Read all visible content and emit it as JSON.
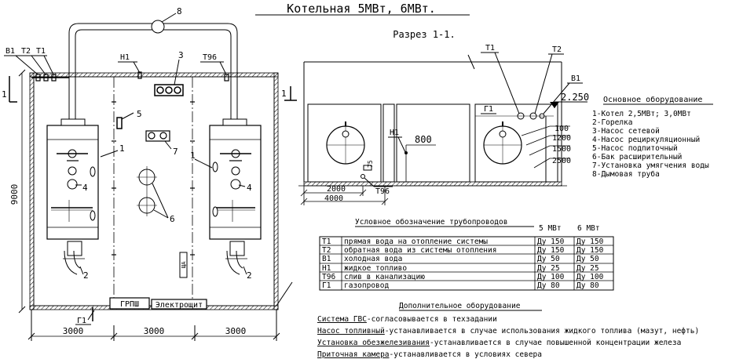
{
  "title": "Котельная 5МВт, 6МВт.",
  "section_title": "Разрез 1-1.",
  "plan": {
    "pipe_labels": [
      "В1",
      "Т2",
      "Т1",
      "Н1",
      "Т96"
    ],
    "callouts": [
      "8",
      "3",
      "5",
      "7",
      "1",
      "1",
      "4",
      "4",
      "6",
      "2",
      "2"
    ],
    "section_mark": "1",
    "height_dim": "9000",
    "width_dims": [
      "3000",
      "3000",
      "3000"
    ],
    "grp_label": "ГРПШ",
    "electro_label": "Электрощит",
    "g1_label": "Г1",
    "panel_label": "ЩА"
  },
  "section": {
    "pipe_labels": [
      "Т1",
      "Т2",
      "В1",
      "Г1",
      "Н1",
      "Т96"
    ],
    "elevation": "2.250",
    "h1_height": "800",
    "t96_height": "75",
    "dims_right": [
      "100",
      "1200",
      "1500",
      "2500"
    ],
    "dims_bottom": [
      "2000",
      "4000"
    ]
  },
  "equipment": {
    "heading": "Основное оборудование",
    "items": [
      "1-Котел 2,5МВт; 3,0МВт",
      "2-Горелка",
      "3-Насос сетевой",
      "4-Насос рециркуляционный",
      "5-Насос подпиточный",
      "6-Бак расширительный",
      "7-Установка умягчения воды",
      "8-Дымовая труба"
    ]
  },
  "pipes_table": {
    "heading": "Условное обозначение трубопроводов",
    "col_5": "5 МВт",
    "col_6": "6 МВт",
    "rows": [
      {
        "code": "Т1",
        "desc": "прямая вода на отопление системы",
        "v5": "Ду 150",
        "v6": "Ду 150"
      },
      {
        "code": "Т2",
        "desc": "обратная вода из системы отопления",
        "v5": "Ду 150",
        "v6": "Ду 150"
      },
      {
        "code": "В1",
        "desc": "холодная вода",
        "v5": "Ду 50",
        "v6": "Ду 50"
      },
      {
        "code": "Н1",
        "desc": "жидкое топливо",
        "v5": "Ду 25",
        "v6": "Ду 25"
      },
      {
        "code": "Т96",
        "desc": "слив в канализацию",
        "v5": "Ду 100",
        "v6": "Ду 100"
      },
      {
        "code": "Г1",
        "desc": "газопровод",
        "v5": "Ду 80",
        "v6": "Ду 80"
      }
    ]
  },
  "additional": {
    "heading": "Дополнительное оборудование",
    "notes": [
      {
        "term": "Система ГВС",
        "text": "-согласовывается в техзадании"
      },
      {
        "term": "Насос топливный",
        "text": "-устанавливается в случае использования жидкого топлива (мазут, нефть)"
      },
      {
        "term": "Установка обезжелезивания",
        "text": "-устанавливается в случае повышенной концентрации железа"
      },
      {
        "term": "Приточная камера",
        "text": "-устанавливается в условиях севера"
      }
    ]
  }
}
